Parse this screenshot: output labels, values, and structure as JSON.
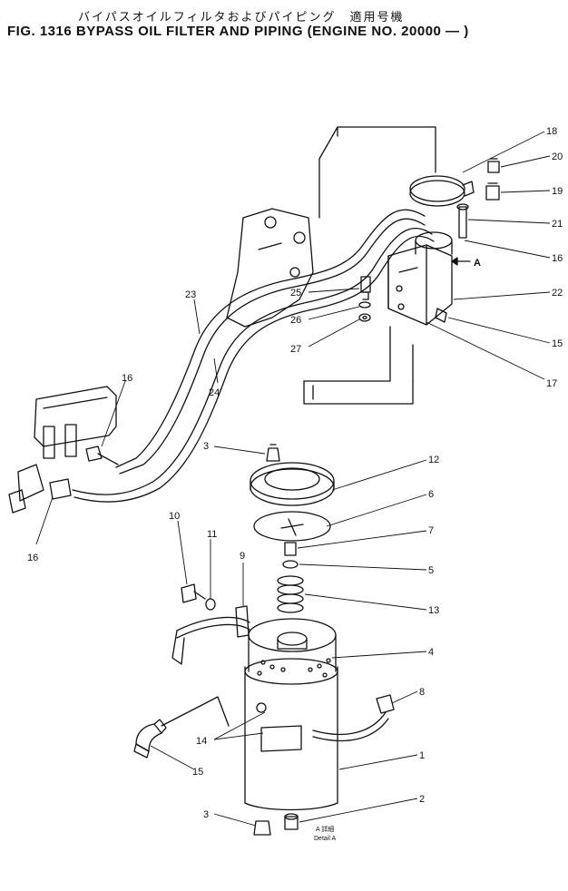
{
  "header": {
    "japanese_title": "バイパスオイルフィルタおよびパイピング　適用号機",
    "english_title": "FIG. 1316  BYPASS OIL FILTER AND PIPING (ENGINE NO. 20000 — )"
  },
  "detail": {
    "line1": "A 詳細",
    "line2": "Detail A",
    "arrow_label": "A"
  },
  "callouts": {
    "c1": "1",
    "c2": "2",
    "c3a": "3",
    "c3b": "3",
    "c4": "4",
    "c5": "5",
    "c6": "6",
    "c7": "7",
    "c8": "8",
    "c9": "9",
    "c10": "10",
    "c11": "11",
    "c12": "12",
    "c13": "13",
    "c14": "14",
    "c15a": "15",
    "c15b": "15",
    "c16a": "16",
    "c16b": "16",
    "c16c": "16",
    "c17": "17",
    "c18": "18",
    "c19": "19",
    "c20": "20",
    "c21": "21",
    "c22": "22",
    "c23": "23",
    "c24": "24",
    "c25": "25",
    "c26": "26",
    "c27": "27"
  }
}
